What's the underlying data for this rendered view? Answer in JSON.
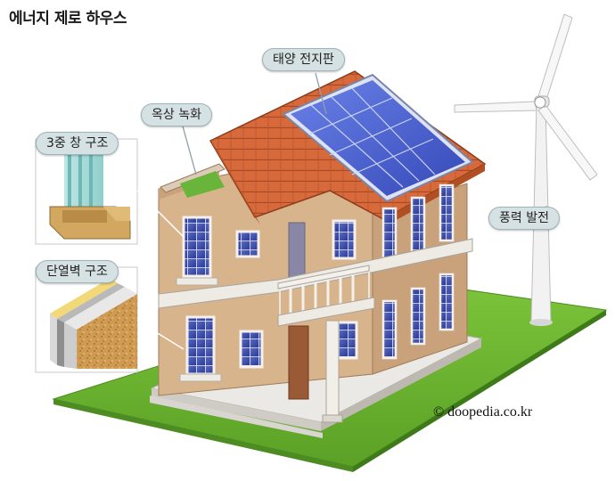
{
  "title": "에너지 제로 하우스",
  "labels": {
    "solar_panel": "태양 전지판",
    "rooftop_greening": "옥상 녹화",
    "triple_glazing": "3중 창 구조",
    "insulated_wall": "단열벽 구조",
    "wind_power": "풍력 발전"
  },
  "credit": "© doopedia.co.kr",
  "colors": {
    "grass": "#66b22e",
    "roof": "#d8693a",
    "wall": "#d2ae88",
    "solar_panel": "#4a63d6",
    "label_bg": "#d5e1e3"
  }
}
